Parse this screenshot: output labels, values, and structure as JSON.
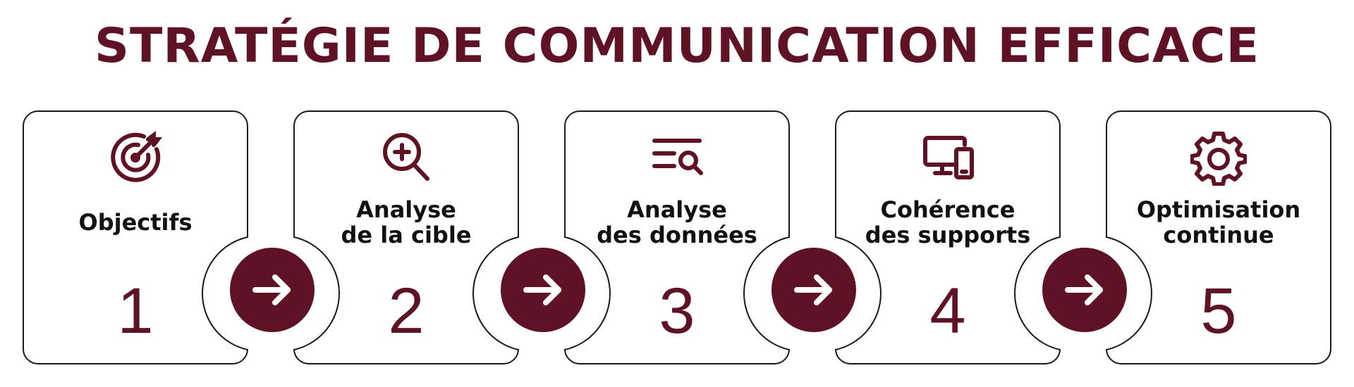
{
  "title": "STRATÉGIE DE COMMUNICATION EFFICACE",
  "colors": {
    "accent": "#5e1224",
    "text": "#111111",
    "border": "#1a1a1a"
  },
  "steps": [
    {
      "number": "1",
      "line1": "Objectifs",
      "line2": "",
      "icon": "target-icon"
    },
    {
      "number": "2",
      "line1": "Analyse",
      "line2": "de la cible",
      "icon": "magnifier-plus-icon"
    },
    {
      "number": "3",
      "line1": "Analyse",
      "line2": "des données",
      "icon": "list-search-icon"
    },
    {
      "number": "4",
      "line1": "Cohérence",
      "line2": "des supports",
      "icon": "devices-icon"
    },
    {
      "number": "5",
      "line1": "Optimisation",
      "line2": "continue",
      "icon": "gear-icon"
    }
  ],
  "connectors": [
    "arrow-right-icon",
    "arrow-right-icon",
    "arrow-right-icon",
    "arrow-right-icon"
  ]
}
